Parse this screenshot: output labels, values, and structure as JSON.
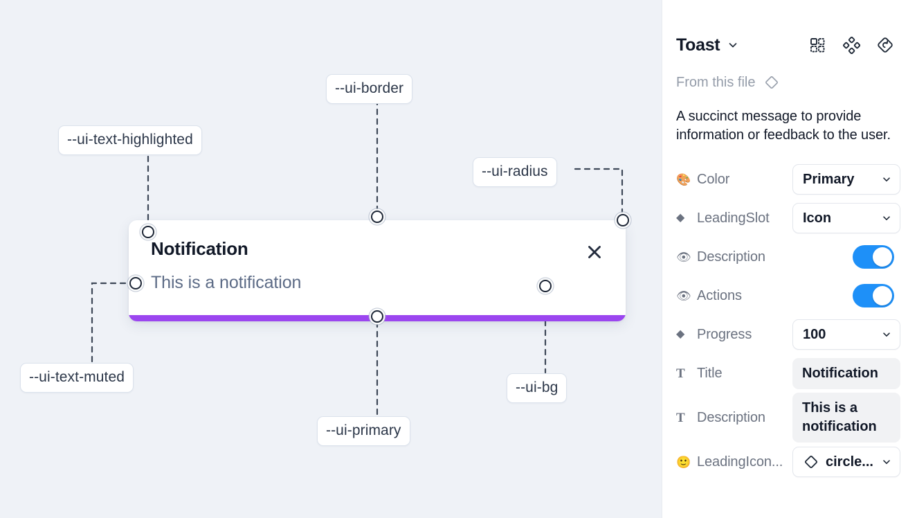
{
  "canvas": {
    "background_color": "#eff2f7",
    "tokens": [
      {
        "name": "--ui-text-highlighted",
        "label": "--ui-text-highlighted"
      },
      {
        "name": "--ui-border",
        "label": "--ui-border"
      },
      {
        "name": "--ui-radius",
        "label": "--ui-radius"
      },
      {
        "name": "--ui-text-muted",
        "label": "--ui-text-muted"
      },
      {
        "name": "--ui-primary",
        "label": "--ui-primary"
      },
      {
        "name": "--ui-bg",
        "label": "--ui-bg"
      }
    ],
    "toast": {
      "title": "Notification",
      "description": "This is a notification",
      "close_icon": "close-icon",
      "progress_color": "#9b46ef",
      "background_color": "#ffffff"
    }
  },
  "panel": {
    "title": "Toast",
    "title_caret_icon": "chevron-down-icon",
    "header_icons": [
      {
        "name": "component-set-icon"
      },
      {
        "name": "variants-icon"
      },
      {
        "name": "reset-instance-icon"
      }
    ],
    "from_file": {
      "label": "From this file",
      "icon": "diamond-component-icon"
    },
    "description": "A succinct message to provide information or feedback to the user.",
    "properties": [
      {
        "icon": "palette-emoji",
        "glyph": "🎨",
        "name": "Color",
        "control": "select",
        "value": "Primary"
      },
      {
        "icon": "diamond-icon",
        "glyph": "◆",
        "name": "LeadingSlot",
        "control": "select",
        "value": "Icon"
      },
      {
        "icon": "eye-emoji",
        "glyph": "👁",
        "name": "Description",
        "control": "toggle",
        "value": "on"
      },
      {
        "icon": "eye-emoji",
        "glyph": "👁",
        "name": "Actions",
        "control": "toggle",
        "value": "on"
      },
      {
        "icon": "diamond-icon",
        "glyph": "◆",
        "name": "Progress",
        "control": "select",
        "value": "100"
      },
      {
        "icon": "text-icon",
        "glyph": "T",
        "name": "Title",
        "control": "field",
        "value": "Notification"
      },
      {
        "icon": "text-icon",
        "glyph": "T",
        "name": "Description",
        "control": "field",
        "value": "This is a notification"
      },
      {
        "icon": "smiley-emoji",
        "glyph": "🙂",
        "name": "LeadingIcon...",
        "control": "select-icon",
        "value": "circle..."
      }
    ]
  },
  "colors": {
    "toggle_on": "#1e90f8",
    "primary": "#9b46ef",
    "canvas_bg": "#eff2f7"
  }
}
